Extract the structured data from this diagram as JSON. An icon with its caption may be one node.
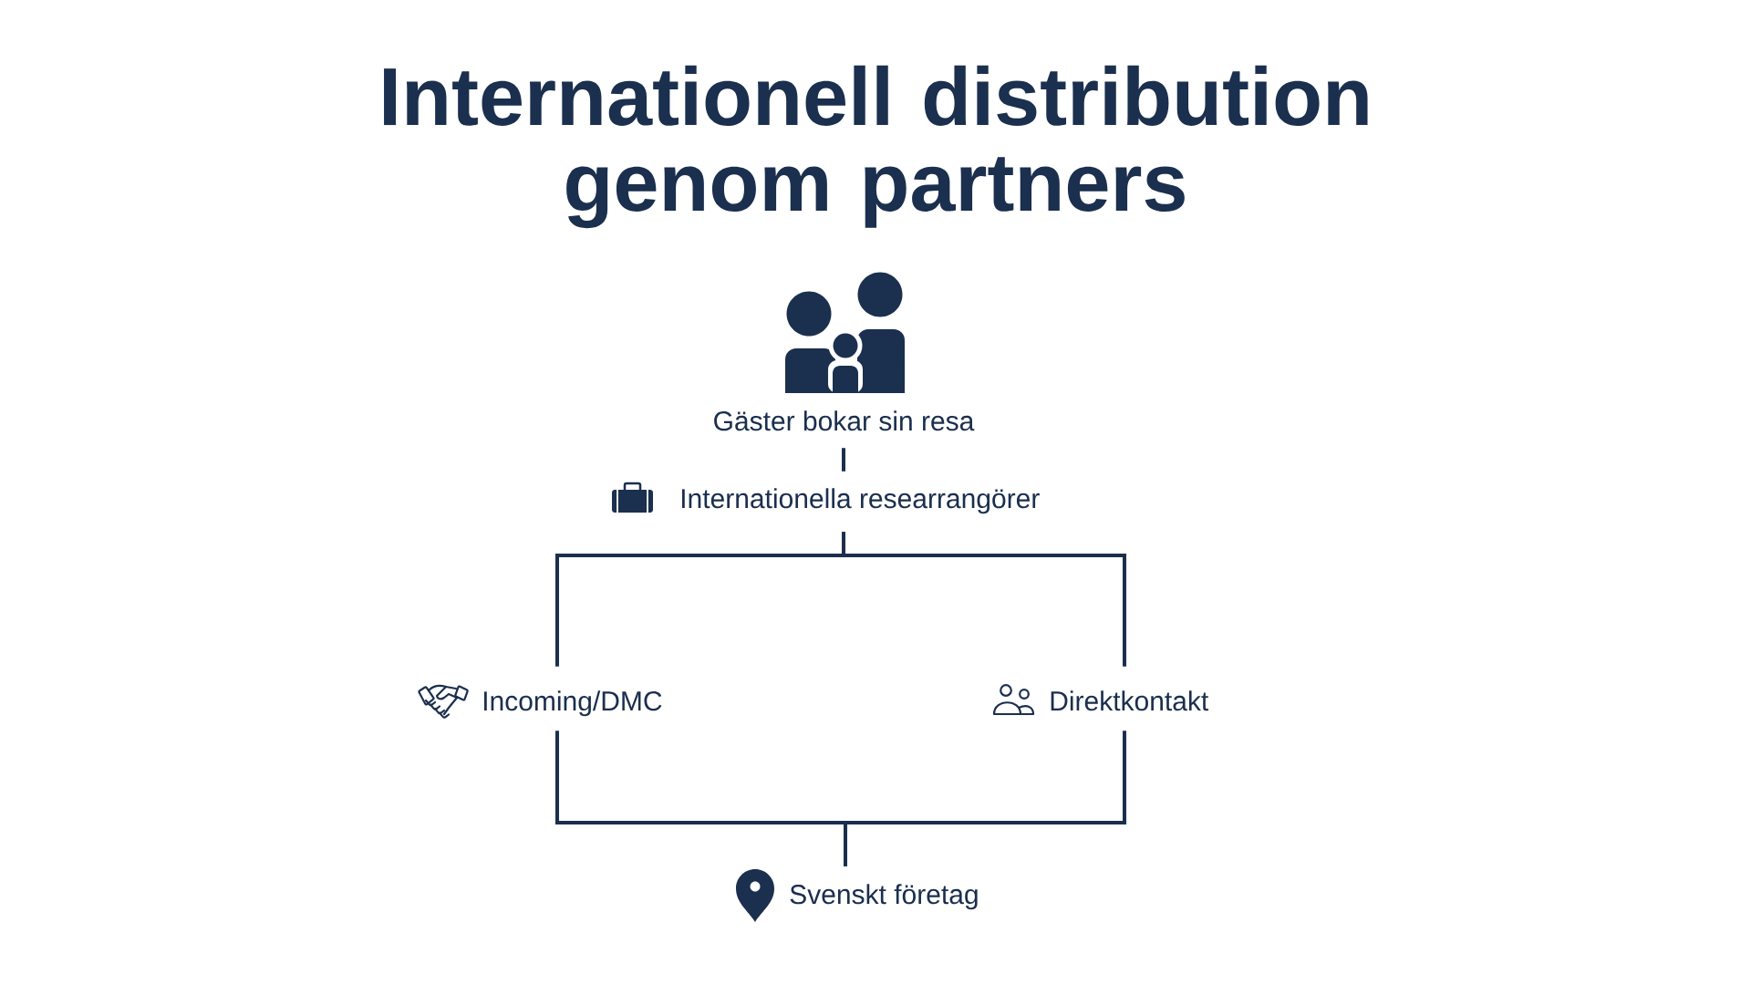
{
  "diagram": {
    "title": "Internationell distribution genom partners",
    "nodes": [
      {
        "text": [
          "Gäster bokar sin resa"
        ]
      },
      {
        "text": [
          "Internationella researrangörer"
        ]
      },
      {
        "text": [
          "Incoming/DMC"
        ]
      },
      {
        "text": [
          "Direktkontakt"
        ]
      },
      {
        "text": [
          "Svenskt företag"
        ]
      }
    ],
    "edges": [
      {
        "from": 0,
        "to": 1,
        "arrow": "none"
      },
      {
        "from": 1,
        "to": 2,
        "arrow": "none"
      },
      {
        "from": 1,
        "to": 3,
        "arrow": "none"
      },
      {
        "from": 2,
        "to": 4,
        "arrow": "none"
      },
      {
        "from": 3,
        "to": 4,
        "arrow": "none"
      }
    ]
  }
}
